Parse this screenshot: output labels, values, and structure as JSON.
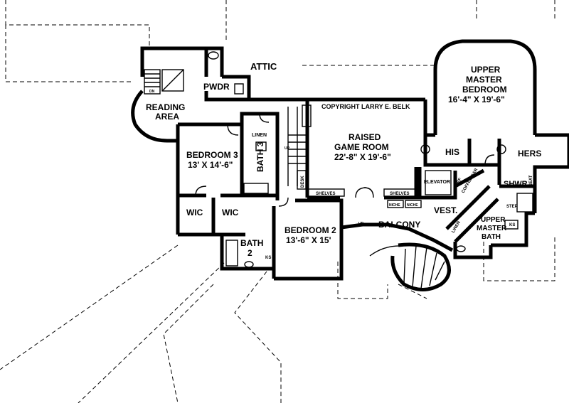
{
  "plan": {
    "copyright": "COPYRIGHT LARRY E. BELK",
    "rooms": {
      "attic": "ATTIC",
      "pwdr": "PWDR",
      "reading_area_1": "READING",
      "reading_area_2": "AREA",
      "upper_master_bedroom_1": "UPPER",
      "upper_master_bedroom_2": "MASTER",
      "upper_master_bedroom_3": "BEDROOM",
      "upper_master_bedroom_dims": "16'-4\" X 19'-6\"",
      "game_room_1": "RAISED",
      "game_room_2": "GAME ROOM",
      "game_room_dims": "22'-8\" X 19'-6\"",
      "bedroom3": "BEDROOM 3",
      "bedroom3_dims": "13' X 14'-6\"",
      "bath3": "BATH 3",
      "linen_1": "LINEN",
      "linen_2": "LINEN",
      "his": "HIS",
      "hers": "HERS",
      "elevator": "ELEVATOR",
      "coffee_bar": "COFFEE BAR",
      "ref": "REF",
      "shwr": "SHWR",
      "seat": "SEAT",
      "vest": "VEST.",
      "upper_master_bath_1": "UPPER",
      "upper_master_bath_2": "MASTER",
      "upper_master_bath_3": "BATH",
      "step": "STEP",
      "ks_1": "KS",
      "ks_2": "KS",
      "wic_1": "WIC",
      "wic_2": "WIC",
      "bedroom2": "BEDROOM 2",
      "bedroom2_dims": "13'-6\" X 15'",
      "bath2_1": "BATH",
      "bath2_2": "2",
      "balcony": "BALCONY",
      "shelves_1": "SHELVES",
      "shelves_2": "SHELVES",
      "niche_1": "NICHE",
      "niche_2": "NICHE",
      "desk_1": "DESK",
      "desk_2": "DESK",
      "up_1": "UP",
      "up_2": "UP",
      "dn": "DN"
    }
  }
}
